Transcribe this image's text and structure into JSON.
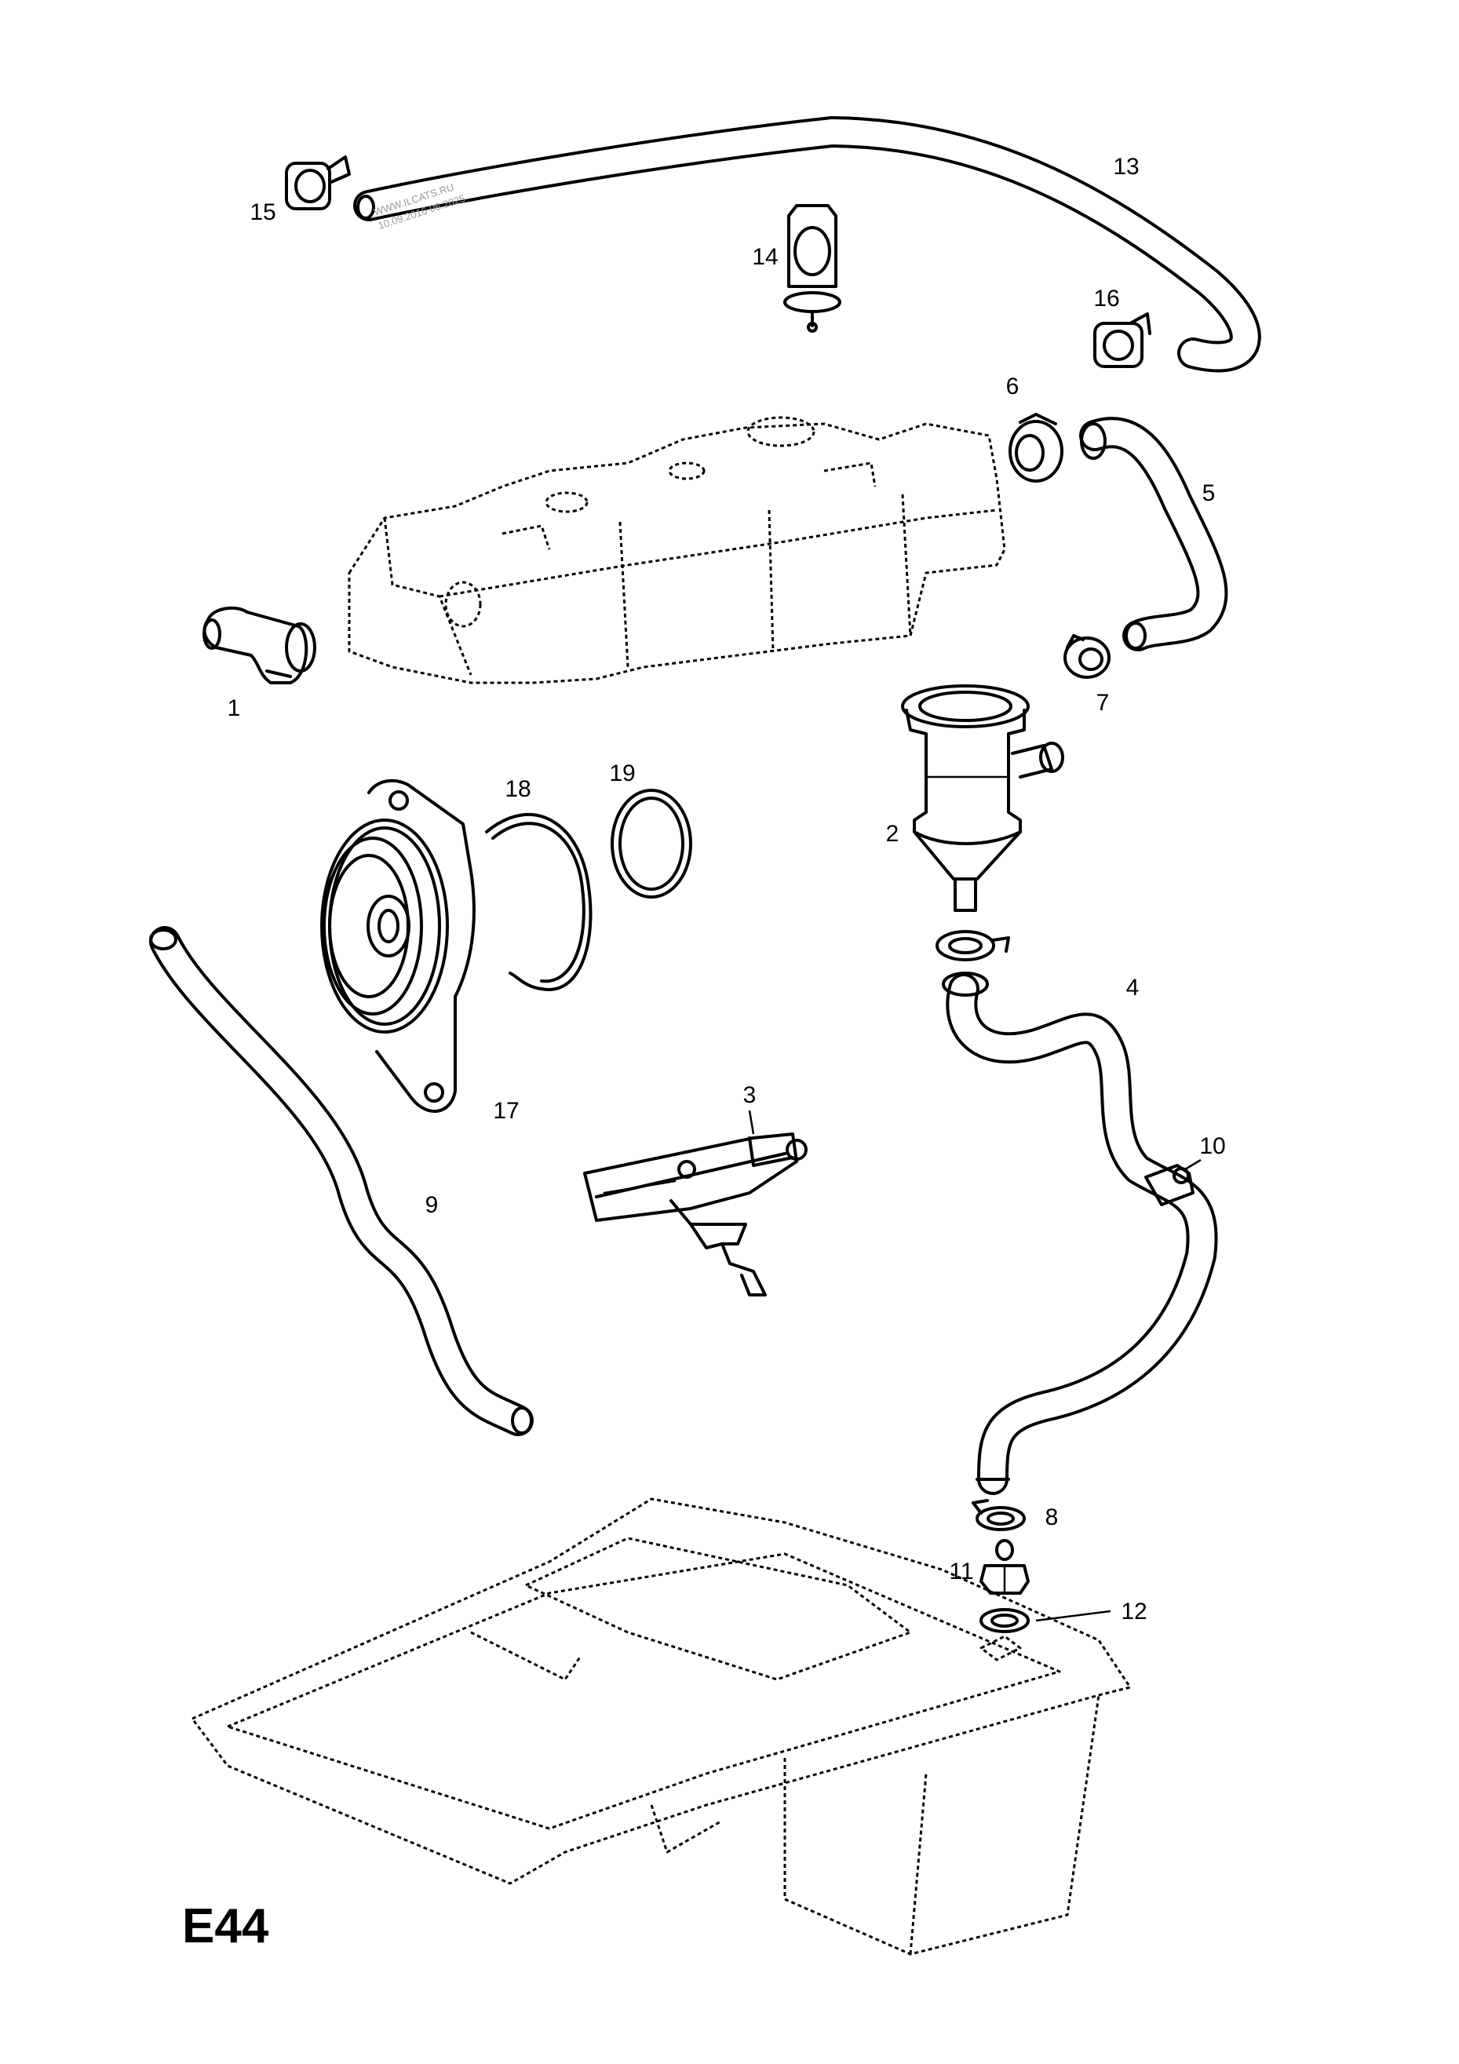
{
  "diagram": {
    "code": "E44",
    "watermark_line1": "WWW.ILCATS.RU",
    "watermark_line2": "10.09.2016 06.2025",
    "callouts": {
      "c1": "1",
      "c2": "2",
      "c3": "3",
      "c4": "4",
      "c5": "5",
      "c6": "6",
      "c7": "7",
      "c8": "8",
      "c9": "9",
      "c10": "10",
      "c11": "11",
      "c12": "12",
      "c13": "13",
      "c14": "14",
      "c15": "15",
      "c16": "16",
      "c17": "17",
      "c18": "18",
      "c19": "19"
    }
  }
}
